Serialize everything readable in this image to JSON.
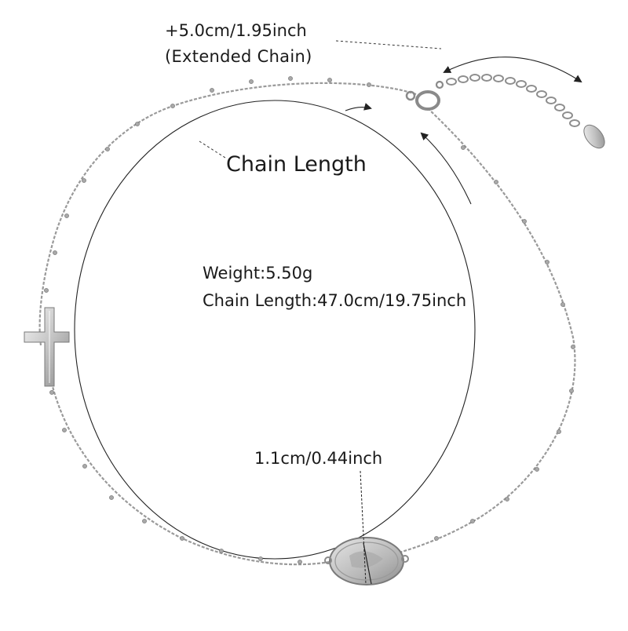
{
  "labels": {
    "extended_length": "+5.0cm/1.95inch",
    "extended_caption": "(Extended Chain)",
    "chain_length_title": "Chain Length",
    "weight": "Weight:5.50g",
    "chain_length_spec": "Chain Length:47.0cm/19.75inch",
    "pendant_size": "1.1cm/0.44inch"
  },
  "colors": {
    "background": "#ffffff",
    "text": "#1a1a1a",
    "guide_line": "#222222",
    "silver_light": "#eeeeee",
    "silver_mid": "#bdbdbd",
    "silver_dark": "#7a7a7a"
  }
}
